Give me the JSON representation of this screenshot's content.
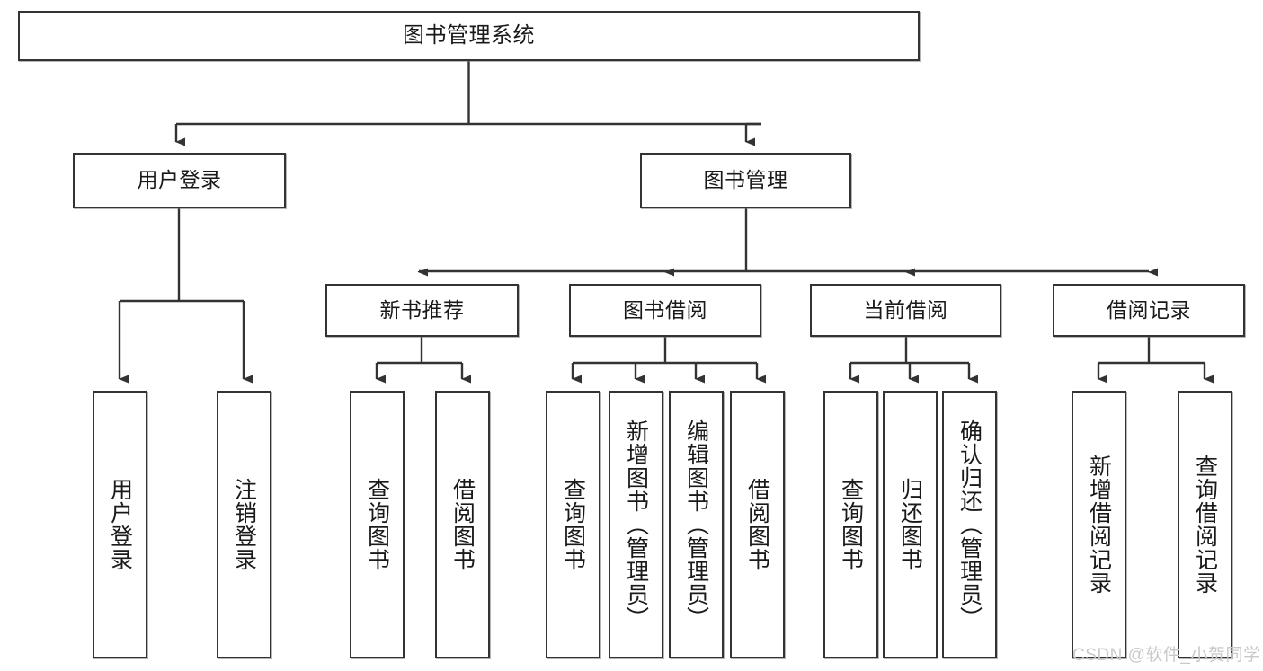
{
  "diagram": {
    "title": "图书管理系统",
    "type": "function-hierarchy-tree",
    "background_color": "#ffffff",
    "border_color": "#333333",
    "text_color": "#1a1a1a"
  },
  "nodes": {
    "root": {
      "label": "图书管理系统"
    },
    "level2": [
      {
        "label": "用户登录"
      },
      {
        "label": "图书管理"
      }
    ],
    "level3": [
      {
        "label": "新书推荐"
      },
      {
        "label": "图书借阅"
      },
      {
        "label": "当前借阅"
      },
      {
        "label": "借阅记录"
      }
    ],
    "leaves": {
      "user_login": [
        {
          "label": "用户登录"
        },
        {
          "label": "注销登录"
        }
      ],
      "new_book_recommend": [
        {
          "label": "查询图书"
        },
        {
          "label": "借阅图书"
        }
      ],
      "book_borrow": [
        {
          "label": "查询图书"
        },
        {
          "label": "新增图书（管理员）"
        },
        {
          "label": "编辑图书（管理员）"
        },
        {
          "label": "借阅图书"
        }
      ],
      "current_borrow": [
        {
          "label": "查询图书"
        },
        {
          "label": "归还图书"
        },
        {
          "label": "确认归还（管理员）"
        }
      ],
      "borrow_record": [
        {
          "label": "新增借阅记录"
        },
        {
          "label": "查询借阅记录"
        }
      ]
    }
  },
  "watermark": {
    "text": "CSDN @软件_小贺同学",
    "color": "#c9c9c9"
  }
}
